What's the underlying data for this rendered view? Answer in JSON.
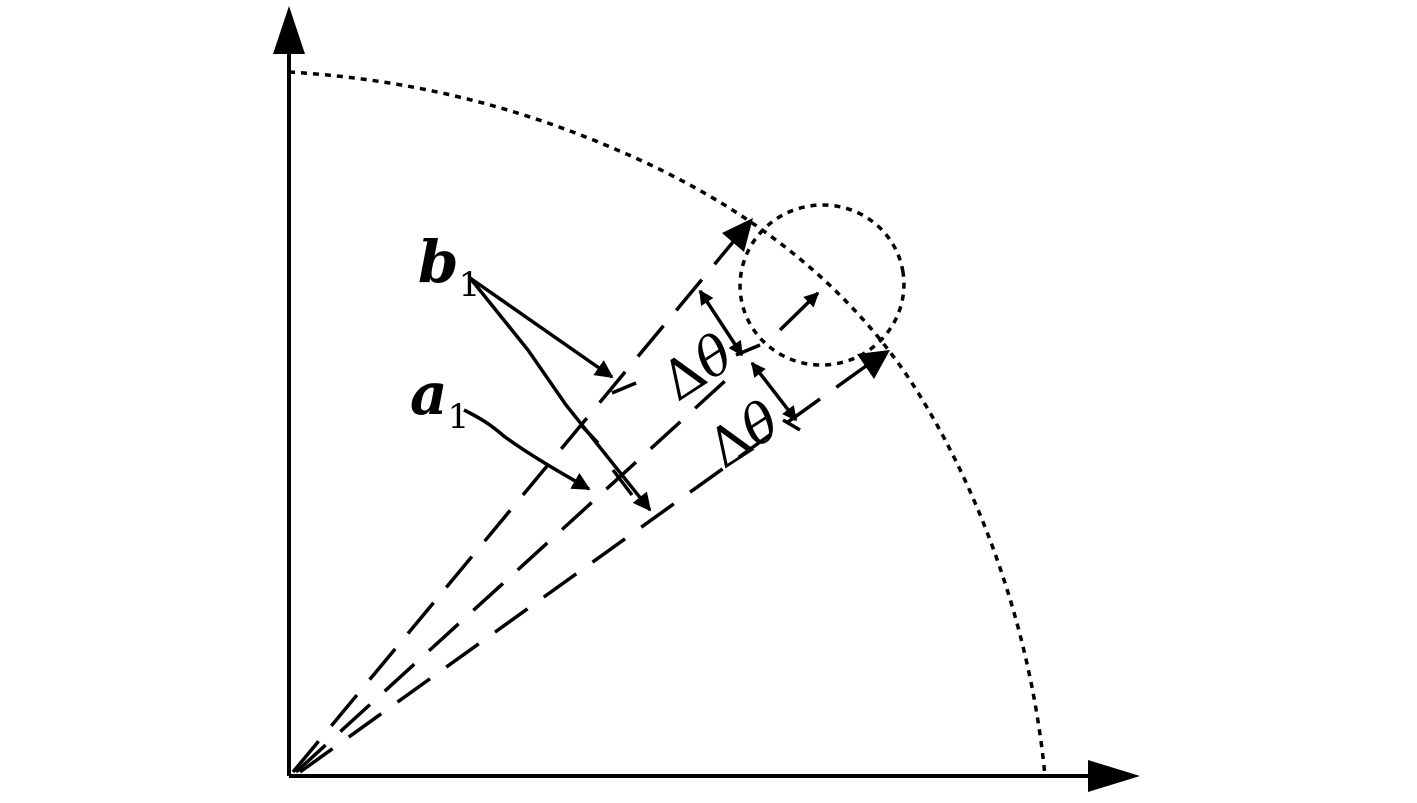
{
  "labels": {
    "b1": {
      "letter": "b",
      "subscript": "1"
    },
    "a1": {
      "letter": "a",
      "subscript": "1"
    },
    "delta_theta_upper": {
      "delta": "Δ",
      "theta": "θ"
    },
    "delta_theta_lower": {
      "delta": "Δ",
      "theta": "θ"
    }
  },
  "colors": {
    "ink": "#000000",
    "background": "#ffffff"
  }
}
